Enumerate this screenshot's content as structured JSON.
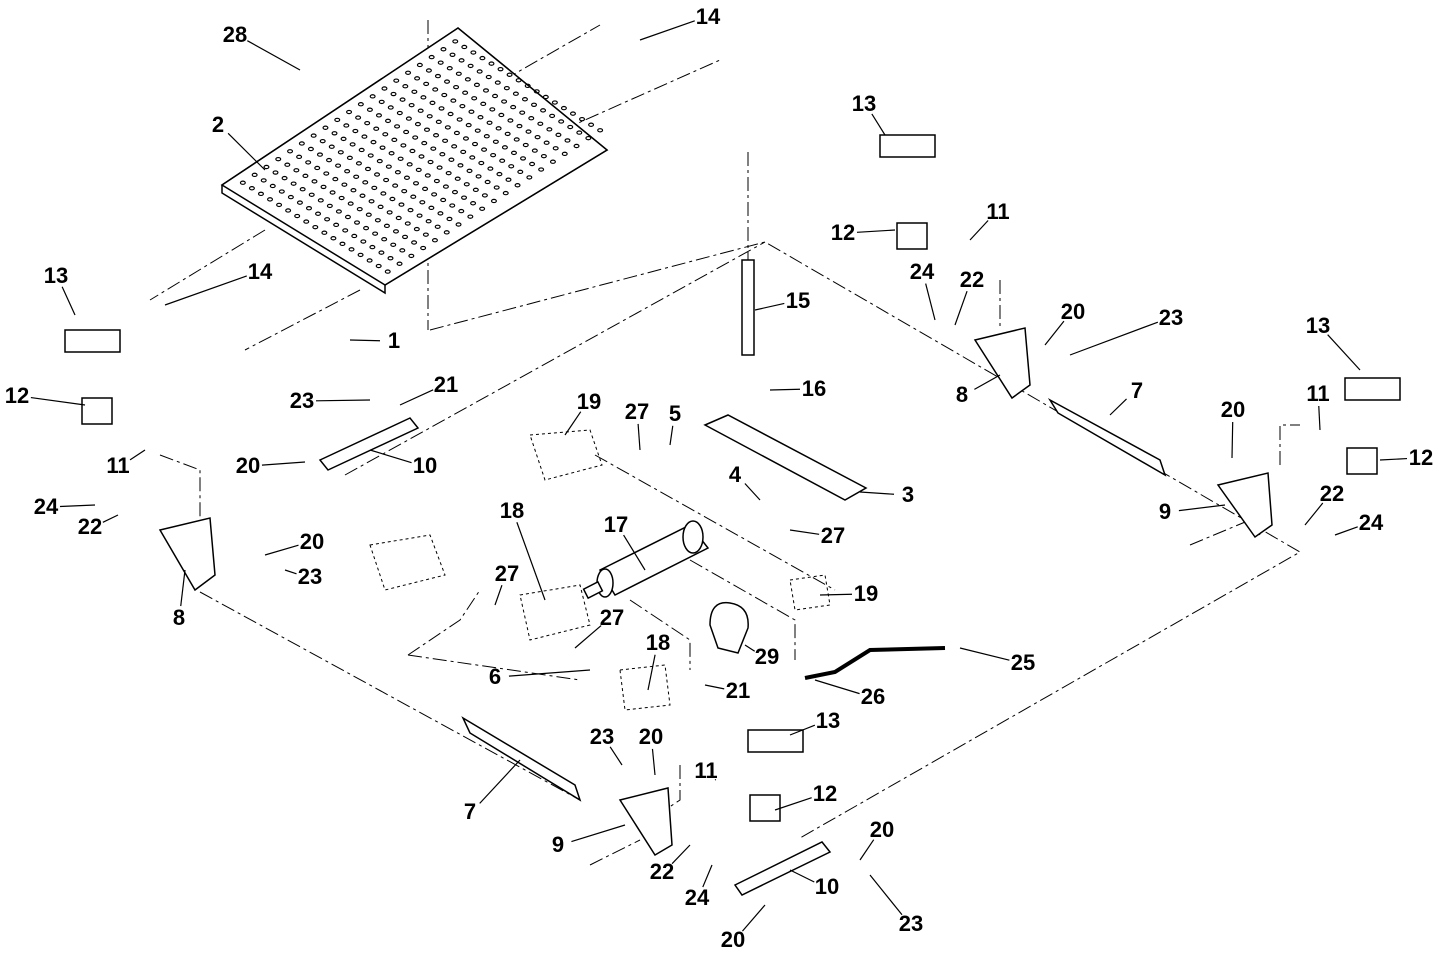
{
  "diagram": {
    "type": "exploded parts diagram",
    "callouts": [
      "28",
      "14",
      "2",
      "13",
      "11",
      "12",
      "24",
      "22",
      "20",
      "23",
      "15",
      "16",
      "13",
      "14",
      "1",
      "12",
      "23",
      "21",
      "19",
      "27",
      "5",
      "8",
      "7",
      "13",
      "11",
      "20",
      "12",
      "3",
      "4",
      "27",
      "9",
      "22",
      "24",
      "11",
      "20",
      "10",
      "24",
      "22",
      "20",
      "23",
      "8",
      "18",
      "17",
      "27",
      "27",
      "19",
      "18",
      "29",
      "25",
      "6",
      "21",
      "26",
      "13",
      "23",
      "20",
      "11",
      "12",
      "7",
      "9",
      "22",
      "24",
      "20",
      "10",
      "20",
      "23"
    ]
  }
}
